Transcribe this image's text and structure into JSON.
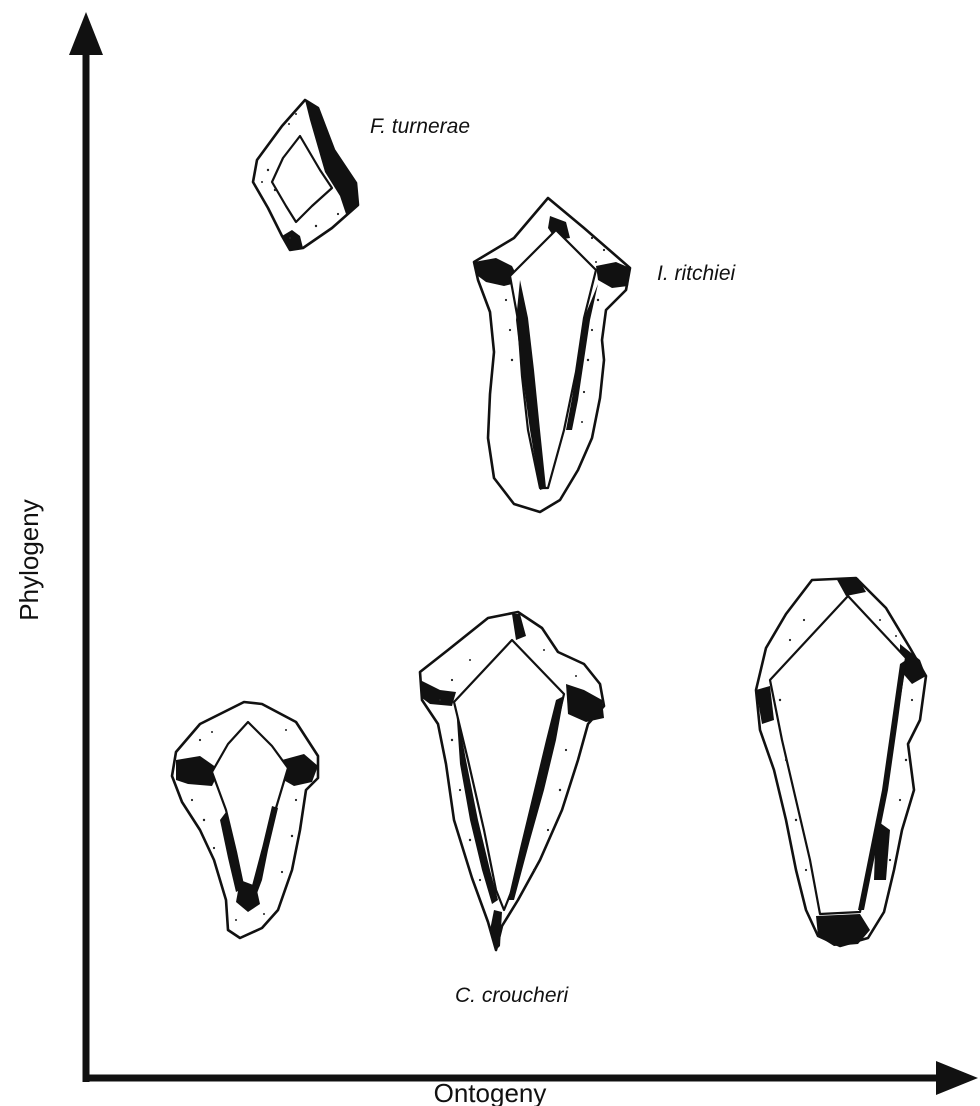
{
  "axes": {
    "x_label": "Ontogeny",
    "y_label": "Phylogeny"
  },
  "specimens": [
    {
      "id": "f-turnerae",
      "label": "F. turnerae"
    },
    {
      "id": "i-ritchiei",
      "label": "I. ritchiei"
    },
    {
      "id": "c-croucheri-juvenile",
      "label": ""
    },
    {
      "id": "c-croucheri-intermediate",
      "label": "C. croucheri"
    },
    {
      "id": "c-croucheri-adult",
      "label": ""
    }
  ],
  "colors": {
    "ink": "#111111",
    "background": "#ffffff"
  }
}
